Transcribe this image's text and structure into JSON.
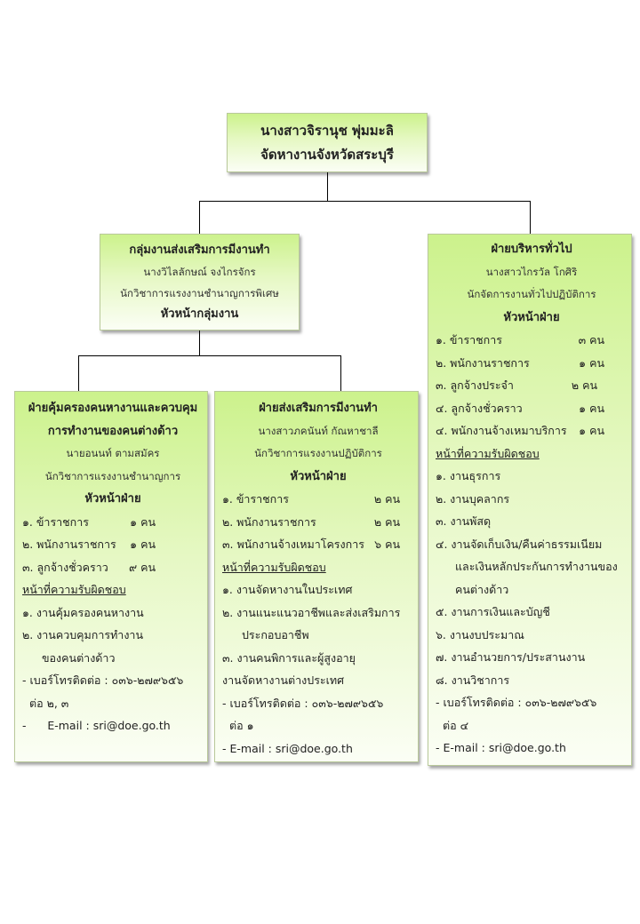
{
  "director": {
    "name": "นางสาวจิรานุช พุ่มมะลิ",
    "title": "จัดหางานจังหวัดสระบุรี"
  },
  "group": {
    "name": "กลุ่มงานส่งเสริมการมีงานทำ",
    "head": "นางวิไลลักษณ์ จงไกรจักร",
    "position": "นักวิชาการแรงงานชำนาญการพิเศษ",
    "role": "หัวหน้ากลุ่มงาน"
  },
  "units": [
    {
      "name_l1": "ฝ่ายคุ้มครองคนหางานและควบคุม",
      "name_l2": "การทำงานของคนต่างด้าว",
      "head": "นายอนนท์ ตามสมัคร",
      "position": "นักวิชาการแรงงานชำนาญการ",
      "role": "หัวหน้าฝ่าย",
      "staff": [
        {
          "label": "๑. ข้าราชการ",
          "count": "๑ คน"
        },
        {
          "label": "๒. พนักงานราชการ",
          "count": "๑ คน"
        },
        {
          "label": "๓. ลูกจ้างชั่วคราว",
          "count": "๙ คน"
        }
      ],
      "duties_title": "หน้าที่ความรับผิดชอบ",
      "duties": [
        "๑. งานคุ้มครองคนหางาน",
        "๒. งานควบคุมการทำงาน",
        "ของคนต่างด้าว"
      ],
      "phone": "- เบอร์โทรติดต่อ : ๐๓๖-๒๗๙๖๕๖",
      "ext": "ต่อ ๒, ๓",
      "email": "-      E-mail : sri@doe.go.th"
    },
    {
      "name_l1": "ฝ่ายส่งเสริมการมีงานทำ",
      "head": "นางสาวภคนันท์ กัณหาชาลี",
      "position": "นักวิชาการแรงงานปฏิบัติการ",
      "role": "หัวหน้าฝ่าย",
      "staff": [
        {
          "label": "๑. ข้าราชการ",
          "count": "๒ คน"
        },
        {
          "label": "๒. พนักงานราชการ",
          "count": "๒ คน"
        },
        {
          "label": "๓. พนักงานจ้างเหมาโครงการ",
          "count": "๖ คน"
        }
      ],
      "duties_title": "หน้าที่ความรับผิดชอบ",
      "duties": [
        "๑. งานจัดหางานในประเทศ",
        "๒. งานแนะแนวอาชีพและส่งเสริมการ",
        "ประกอบอาชีพ",
        "๓. งานคนพิการและผู้สูงอายุ",
        "งานจัดหางานต่างประเทศ"
      ],
      "phone": "- เบอร์โทรติดต่อ : ๐๓๖-๒๗๙๖๕๖",
      "ext": "ต่อ ๑",
      "email": "- E-mail : sri@doe.go.th"
    },
    {
      "name_l1": "ฝ่ายบริหารทั่วไป",
      "head": "นางสาวไกรวัล โกศิริ",
      "position": "นักจัดการงานทั่วไปปฏิบัติการ",
      "role": "หัวหน้าฝ่าย",
      "staff": [
        {
          "label": "๑. ข้าราชการ",
          "count": "๓ คน"
        },
        {
          "label": "๒. พนักงานราชการ",
          "count": "๑ คน"
        },
        {
          "label": "๓. ลูกจ้างประจำ",
          "count": "๒ คน"
        },
        {
          "label": "๔. ลูกจ้างชั่วคราว",
          "count": "๑ คน"
        },
        {
          "label": "๔. พนักงานจ้างเหมาบริการ",
          "count": "๑ คน"
        }
      ],
      "duties_title": "หน้าที่ความรับผิดชอบ",
      "duties": [
        "๑. งานธุรการ",
        "๒. งานบุคลากร",
        "๓. งานพัสดุ",
        "๔. งานจัดเก็บเงิน/คืนค่าธรรมเนียม",
        "และเงินหลักประกันการทำงานของ",
        "คนต่างด้าว",
        "๕. งานการเงินและบัญชี",
        "๖. งานงบประมาณ",
        "๗. งานอำนวยการ/ประสานงาน",
        "๘. งานวิชาการ"
      ],
      "phone": "- เบอร์โทรติดต่อ : ๐๓๖-๒๗๙๖๕๖",
      "ext": "ต่อ ๔",
      "email": "- E-mail : sri@doe.go.th"
    }
  ]
}
